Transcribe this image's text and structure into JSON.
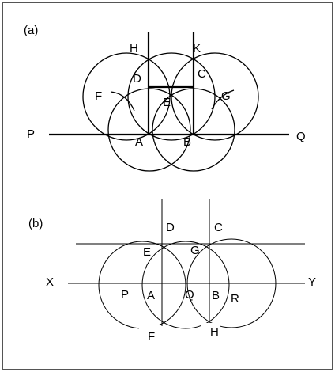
{
  "colors": {
    "ink": "#000000",
    "background": "#ffffff",
    "frame": "#555555"
  },
  "figure_a": {
    "caption": "(a)",
    "labels": {
      "H": "H",
      "K": "K",
      "D": "D",
      "C": "C",
      "F": "F",
      "E": "E",
      "G": "G",
      "P": "P",
      "Q": "Q",
      "A": "A",
      "B": "B"
    }
  },
  "figure_b": {
    "caption": "(b)",
    "labels": {
      "D": "D",
      "C": "C",
      "E": "E",
      "G": "G",
      "X": "X",
      "Y": "Y",
      "P": "P",
      "A": "A",
      "Q": "Q",
      "B": "B",
      "R": "R",
      "F": "F",
      "H": "H"
    }
  }
}
